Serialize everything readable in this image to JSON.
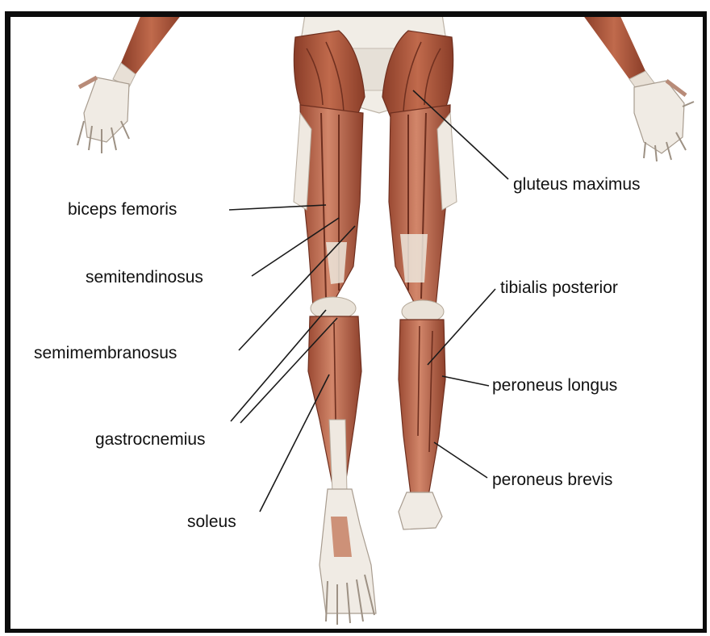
{
  "colors": {
    "muscle": "#b0593f",
    "muscle_dark": "#7a3524",
    "muscle_light": "#d78d6f",
    "tendon": "#ece6dc",
    "bone": "#f2f0ea",
    "frame": "#0c0c0c",
    "leader_line": "#1a1a1a"
  },
  "labels": {
    "gluteus_maximus": "gluteus maximus",
    "biceps_femoris": "biceps femoris",
    "semitendinosus": "semitendinosus",
    "semimembranosus": "semimembranosus",
    "gastrocnemius": "gastrocnemius",
    "soleus": "soleus",
    "tibialis_posterior": "tibialis posterior",
    "peroneus_longus": "peroneus longus",
    "peroneus_brevis": "peroneus brevis"
  }
}
